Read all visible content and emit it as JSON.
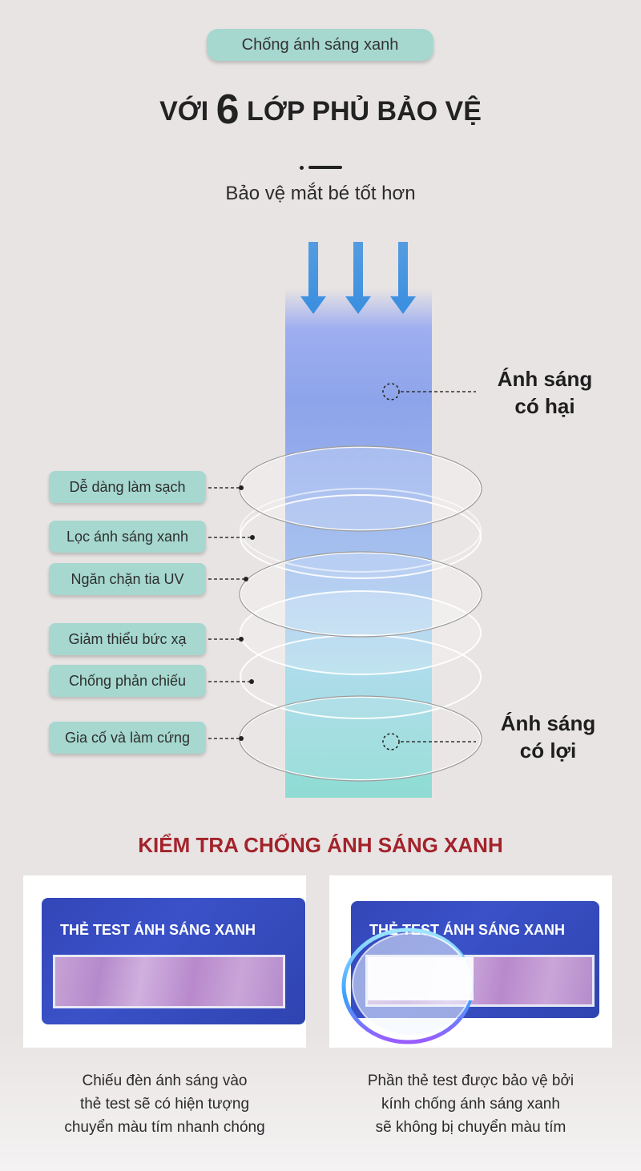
{
  "header": {
    "pill_label": "Chống ánh sáng xanh",
    "headline_prefix": "VỚI",
    "headline_number": "6",
    "headline_suffix": "LỚP PHỦ BẢO VỆ",
    "subtitle": "Bảo vệ mắt bé tốt hơn"
  },
  "diagram": {
    "harmful_line1": "Ánh sáng",
    "harmful_line2": "có hại",
    "beneficial_line1": "Ánh sáng",
    "beneficial_line2": "có lợi",
    "layers": [
      "Dễ dàng làm sạch",
      "Lọc ánh sáng xanh",
      "Ngăn chặn tia UV",
      "Giảm thiểu bức xạ",
      "Chống phản chiếu",
      "Gia cố và làm cứng"
    ],
    "colors": {
      "arrow": "#3a8fe0",
      "tag_bg": "#a6d8cf"
    }
  },
  "test": {
    "title": "KIỂM TRA CHỐNG ÁNH SÁNG XANH",
    "card_title": "THẺ TEST ÁNH SÁNG XANH",
    "left_caption": [
      "Chiếu đèn ánh sáng vào",
      "thẻ test sẽ có hiện tượng",
      "chuyển màu tím nhanh chóng"
    ],
    "right_caption": [
      "Phần thẻ test được bảo vệ bởi",
      "kính chống ánh sáng xanh",
      "sẽ không bị chuyển màu tím"
    ],
    "title_color": "#a3232b"
  }
}
